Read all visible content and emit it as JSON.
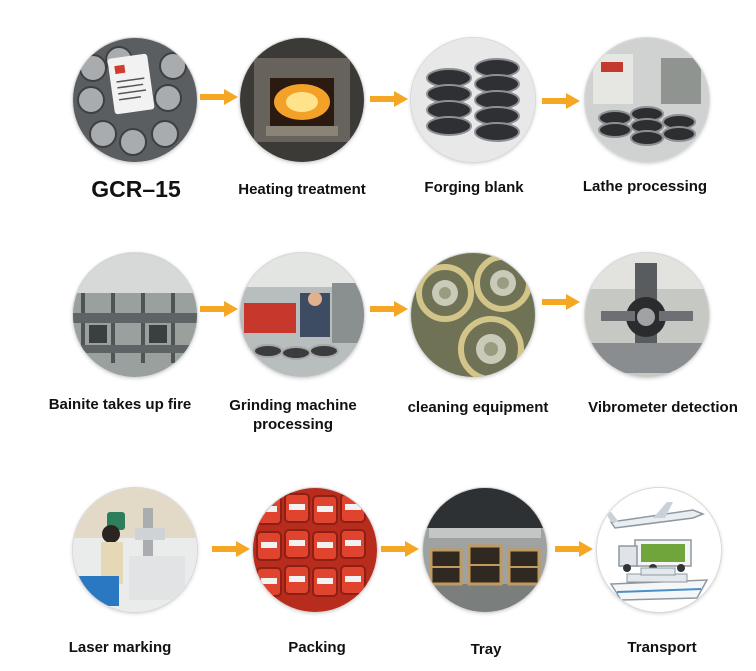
{
  "steps": [
    {
      "label": "GCR–15",
      "icon": "steel-bars-icon"
    },
    {
      "label": "Heating treatment",
      "icon": "furnace-icon"
    },
    {
      "label": "Forging blank",
      "icon": "forged-rings-icon"
    },
    {
      "label": "Lathe processing",
      "icon": "lathe-icon"
    },
    {
      "label": "Bainite takes up fire",
      "icon": "quench-line-icon"
    },
    {
      "label": "Grinding machine processing",
      "icon": "grinding-machine-icon"
    },
    {
      "label": "cleaning equipment",
      "icon": "bearing-rollers-icon"
    },
    {
      "label": "Vibrometer detection",
      "icon": "vibrometer-icon"
    },
    {
      "label": "Laser marking",
      "icon": "laser-marker-icon"
    },
    {
      "label": "Packing",
      "icon": "packed-bearings-icon"
    },
    {
      "label": "Tray",
      "icon": "wooden-crates-icon"
    },
    {
      "label": "Transport",
      "icon": "plane-truck-ship-icon"
    }
  ],
  "colors": {
    "arrow": "#f5a623",
    "text": "#111111"
  }
}
